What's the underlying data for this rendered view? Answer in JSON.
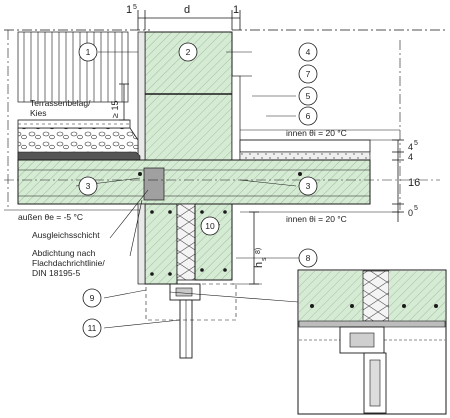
{
  "dimensions": {
    "top_left": "1",
    "top_left_sup": "5",
    "top_width": "d",
    "top_right": "1",
    "right_45": "4",
    "right_45_sup": "5",
    "right_4": "4",
    "right_16": "16",
    "right_0": "0",
    "right_0_sup": "5",
    "left_15": "≥ 15",
    "hs_main": "h",
    "hs_sub": "s",
    "hs_footnote": "8)"
  },
  "labels": {
    "terrace_line1": "Terrassenbelag/",
    "terrace_line2": "Kies",
    "inside_top": "innen   θi = 20 °C",
    "inside_bottom": "innen   θi = 20 °C",
    "outside": "außen   θe =  -5 °C",
    "levelling": "Ausgleichsschicht",
    "seal_line1": "Abdichtung nach",
    "seal_line2": "Flachdachrichtlinie/",
    "seal_line3": "DIN 18195-5"
  },
  "callouts": [
    "1",
    "2",
    "3",
    "3",
    "4",
    "5",
    "6",
    "7",
    "8",
    "9",
    "10",
    "11"
  ],
  "colors": {
    "concrete": "#d6ebd4",
    "line": "#1a1a1a",
    "gray": "#9a9a9a",
    "insulation": "#f2f2f2"
  }
}
